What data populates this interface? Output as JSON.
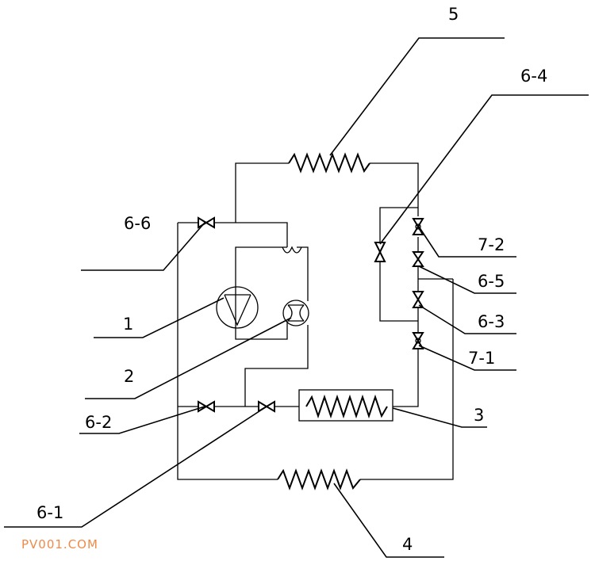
{
  "labels": {
    "l1": "1",
    "l2": "2",
    "l3": "3",
    "l4": "4",
    "l5": "5",
    "l6_1": "6-1",
    "l6_2": "6-2",
    "l6_3": "6-3",
    "l6_4": "6-4",
    "l6_5": "6-5",
    "l6_6": "6-6",
    "l7_1": "7-1",
    "l7_2": "7-2"
  },
  "watermark": "PV001.COM",
  "colors": {
    "line": "#000000",
    "watermark": "#ef8a4a",
    "background": "#ffffff"
  }
}
